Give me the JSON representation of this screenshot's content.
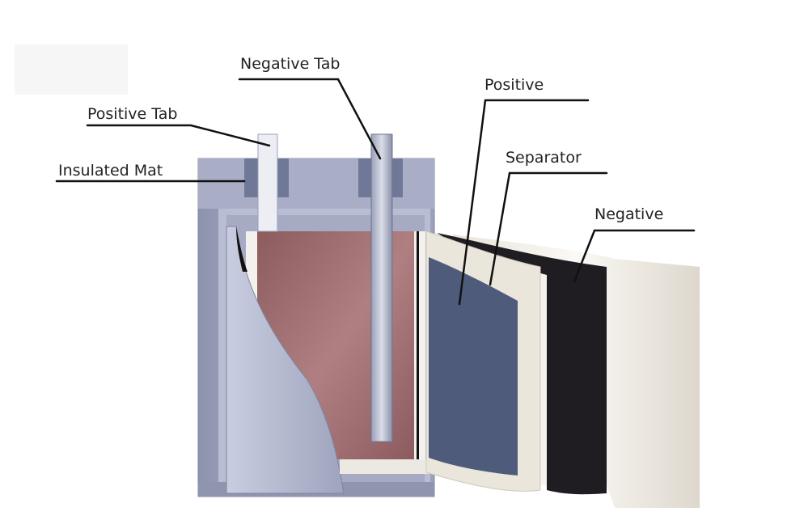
{
  "labels": {
    "negative_tab": "Negative Tab",
    "positive_tab": "Positive Tab",
    "insulated_mat": "Insulated Mat",
    "positive": "Positive",
    "separator": "Separator",
    "negative": "Negative"
  },
  "colors": {
    "case_frame": "#9aa0b8",
    "case_light": "#c9cde0",
    "case_inner": "#b6bbd0",
    "mat_block": "#6f7896",
    "electrode_core": "#a06f72",
    "positive_layer": "#4f5b7a",
    "separator_layer": "#ebe6dc",
    "negative_layer": "#1f1d22",
    "outer_wrap": "#f3efe9",
    "tab_metal": "#e8eaf0",
    "tab_dark": "#8a90a8",
    "leader_line": "#111111"
  }
}
